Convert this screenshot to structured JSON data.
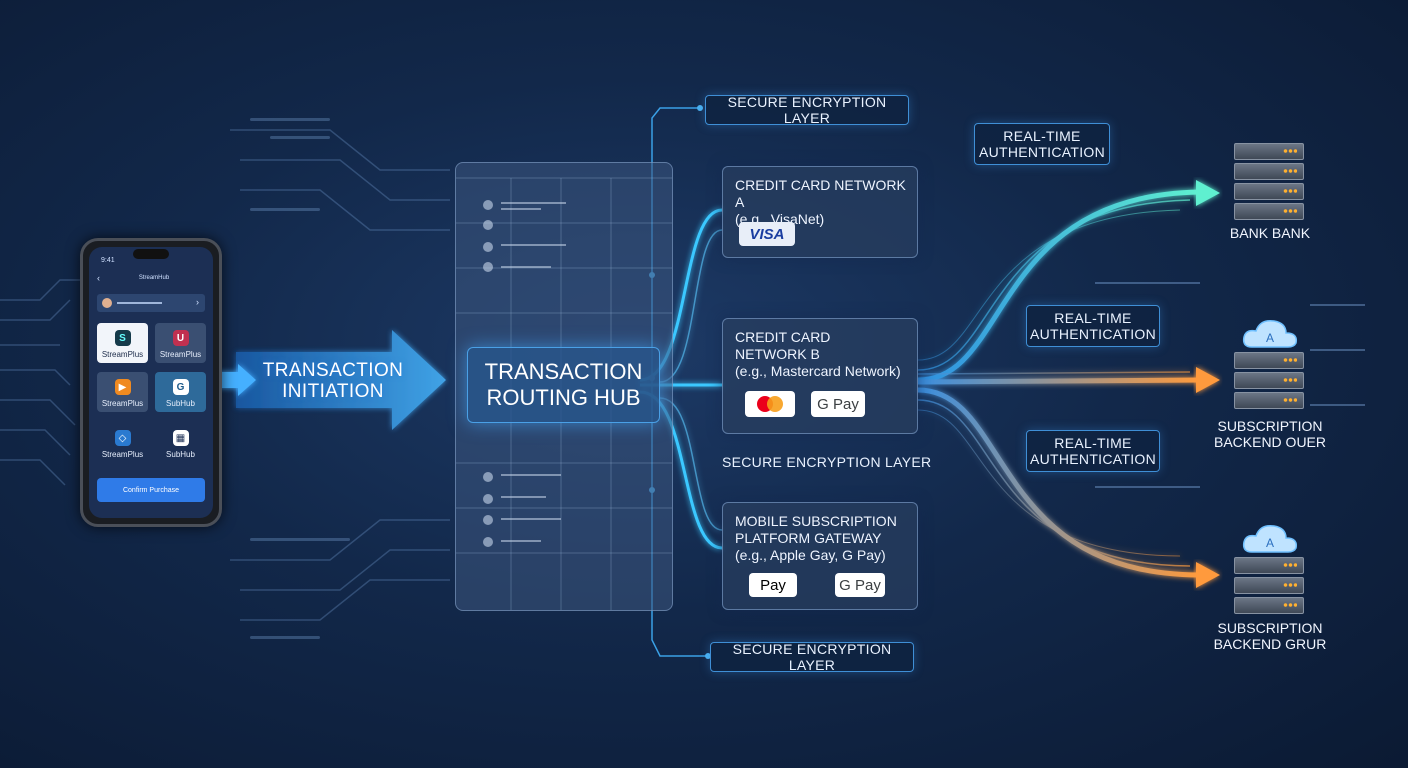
{
  "phone": {
    "status_time": "9:41",
    "app_name": "StreamHub",
    "tiles": [
      {
        "name": "StreamPlus",
        "icon": "S"
      },
      {
        "name": "StreamPlus",
        "icon": "U"
      },
      {
        "name": "StreamPlus",
        "icon": "▶"
      },
      {
        "name": "SubHub",
        "icon": "G"
      },
      {
        "name": "StreamPlus",
        "icon": "◇"
      },
      {
        "name": "SubHub",
        "icon": "▦"
      }
    ],
    "button_label": "Confirm Purchase"
  },
  "initiation": {
    "line1": "TRANSACTION",
    "line2": "INITIATION"
  },
  "hub": {
    "line1": "TRANSACTION",
    "line2": "ROUTING HUB"
  },
  "encryption": {
    "top": "SECURE ENCRYPTION LAYER",
    "middle": "SECURE ENCRYPTION LAYER",
    "bottom": "SECURE ENCRYPTION LAYER"
  },
  "networks": {
    "a": {
      "line1": "CREDIT CARD NETWORK A",
      "line2": "(e.g., VisaNet)",
      "badge": "VISA"
    },
    "b": {
      "line1": "CREDIT CARD",
      "line2": "NETWORK B",
      "line3": "(e.g., Mastercard Network)",
      "badge2": "G Pay"
    },
    "c": {
      "line1": "MOBILE SUBSCRIPTION",
      "line2": "PLATFORM GATEWAY",
      "line3": "(e.g., Apple Gay, G Pay)",
      "badge1": " Pay",
      "badge2": "G Pay"
    }
  },
  "auth": {
    "top": {
      "line1": "REAL-TIME",
      "line2": "AUTHENTICATION"
    },
    "mid": {
      "line1": "REAL-TIME",
      "line2": "AUTHENTICATION"
    },
    "low": {
      "line1": "REAL-TIME",
      "line2": "AUTHENTICATION"
    }
  },
  "destinations": {
    "bank": "BANK BANK",
    "backend1": {
      "line1": "SUBSCRIPTION",
      "line2": "BACKEND OUER"
    },
    "backend2": {
      "line1": "SUBSCRIPTION",
      "line2": "BACKEND GRUR"
    }
  },
  "colors": {
    "cyan": "#39e0e6",
    "blue": "#3aa6ff",
    "orange": "#ff9a3c",
    "teal": "#4de8c8"
  }
}
